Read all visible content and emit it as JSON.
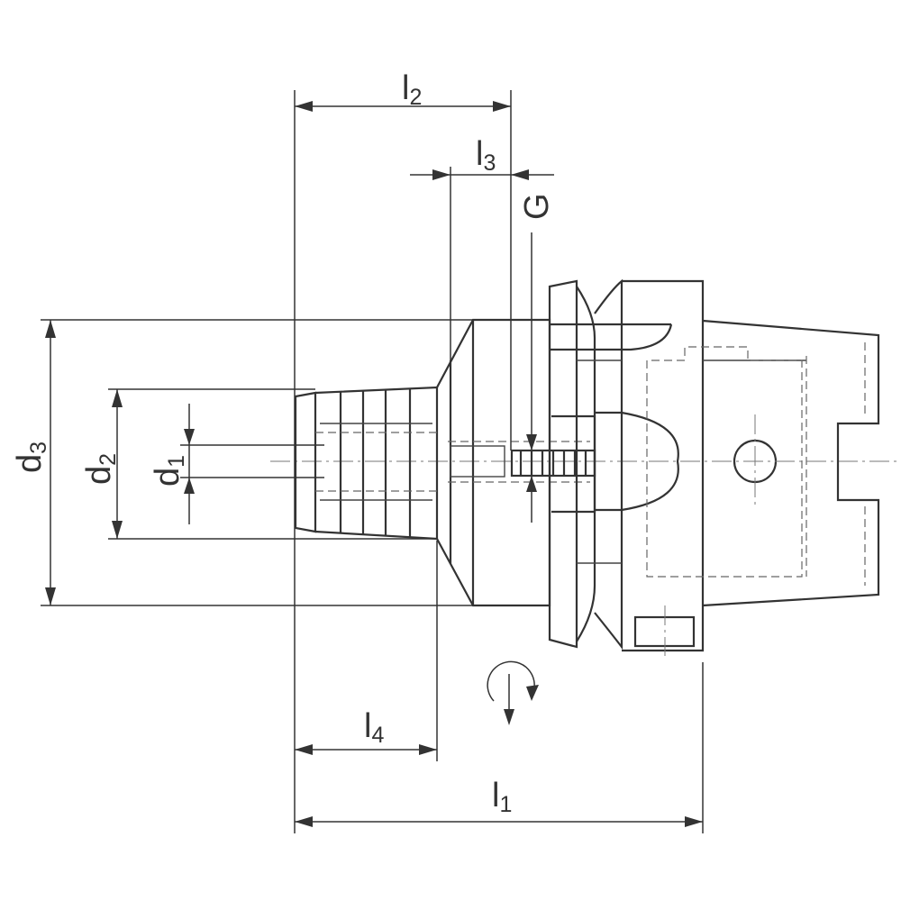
{
  "dimensions": [
    {
      "key": "l2",
      "main": "l",
      "sub": "2"
    },
    {
      "key": "l3",
      "main": "l",
      "sub": "3"
    },
    {
      "key": "G",
      "main": "G",
      "sub": ""
    },
    {
      "key": "d3",
      "main": "d",
      "sub": "3"
    },
    {
      "key": "d2",
      "main": "d",
      "sub": "2"
    },
    {
      "key": "d1",
      "main": "d",
      "sub": "1"
    },
    {
      "key": "l4",
      "main": "l",
      "sub": "4"
    },
    {
      "key": "l1",
      "main": "l",
      "sub": "1"
    }
  ],
  "rotation_symbol": "rotation-direction-icon"
}
